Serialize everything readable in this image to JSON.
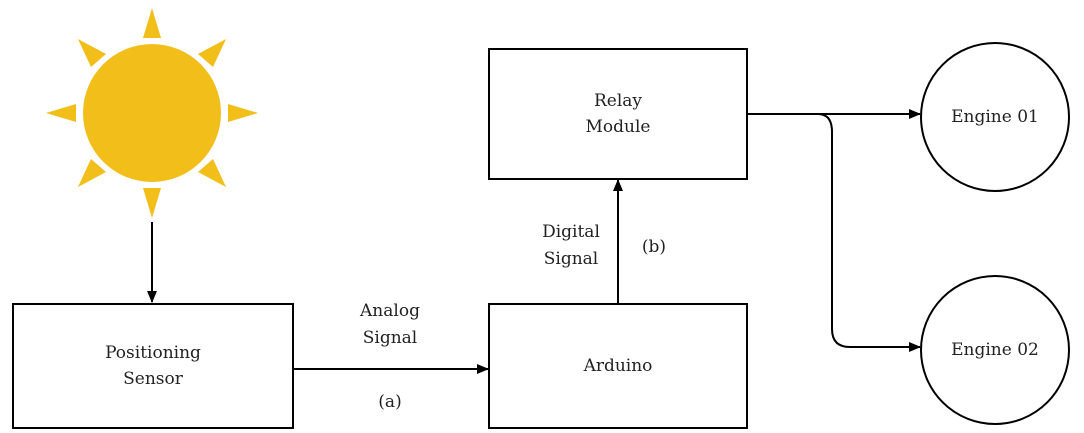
{
  "nodes": {
    "positioning_sensor": {
      "line1": "Positioning",
      "line2": "Sensor"
    },
    "arduino": {
      "label": "Arduino"
    },
    "relay_module": {
      "line1": "Relay",
      "line2": "Module"
    },
    "engine_01": {
      "label": "Engine 01"
    },
    "engine_02": {
      "label": "Engine 02"
    }
  },
  "edges": {
    "analog": {
      "line1": "Analog",
      "line2": "Signal",
      "tag": "(a)"
    },
    "digital": {
      "line1": "Digital",
      "line2": "Signal",
      "tag": "(b)"
    }
  },
  "colors": {
    "sun_fill": "#F2BE1A",
    "line": "#000000"
  },
  "icons": {
    "sun": "sun-icon"
  }
}
